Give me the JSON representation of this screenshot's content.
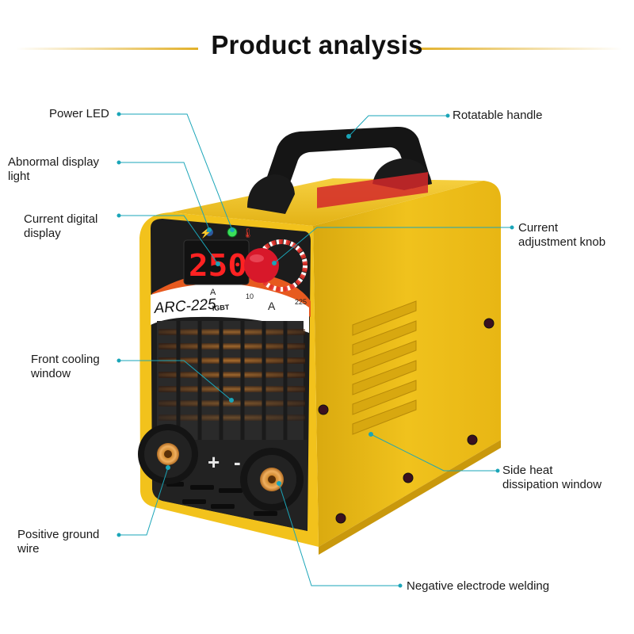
{
  "title": "Product analysis",
  "product": {
    "model": "ARC-225",
    "tech": "IGBT",
    "display_reading": "250",
    "unit_left": "A",
    "unit_right": "A",
    "dial_min": "10",
    "dial_max": "225",
    "plus_sign": "+",
    "minus_sign": "-"
  },
  "labels": {
    "power_led": "Power LED",
    "abnormal_1": "Abnormal display",
    "abnormal_2": "light",
    "digital_1": "Current digital",
    "digital_2": "display",
    "cooling_1": "Front cooling",
    "cooling_2": "window",
    "ground_1": "Positive ground",
    "ground_2": "wire",
    "handle": "Rotatable handle",
    "knob_1": "Current",
    "knob_2": "adjustment knob",
    "side_1": "Side heat",
    "side_2": "dissipation window",
    "negative": "Negative electrode welding"
  },
  "colors": {
    "accent_line": "#1aa5b8",
    "body_yellow": "#f2c21c",
    "title_gold": "#e2b028"
  }
}
